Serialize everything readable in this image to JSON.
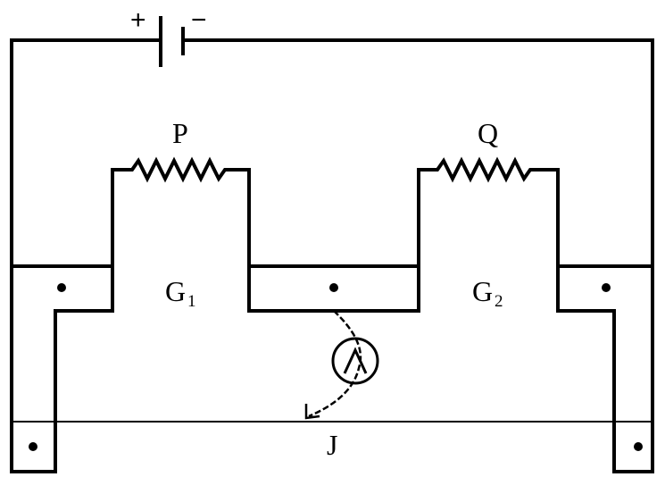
{
  "labels": {
    "battery_positive": "+",
    "battery_negative": "−",
    "resistor_p": "P",
    "resistor_q": "Q",
    "gap_1": "G",
    "gap_1_sub": "1",
    "gap_2": "G",
    "gap_2_sub": "2",
    "jockey": "J"
  }
}
